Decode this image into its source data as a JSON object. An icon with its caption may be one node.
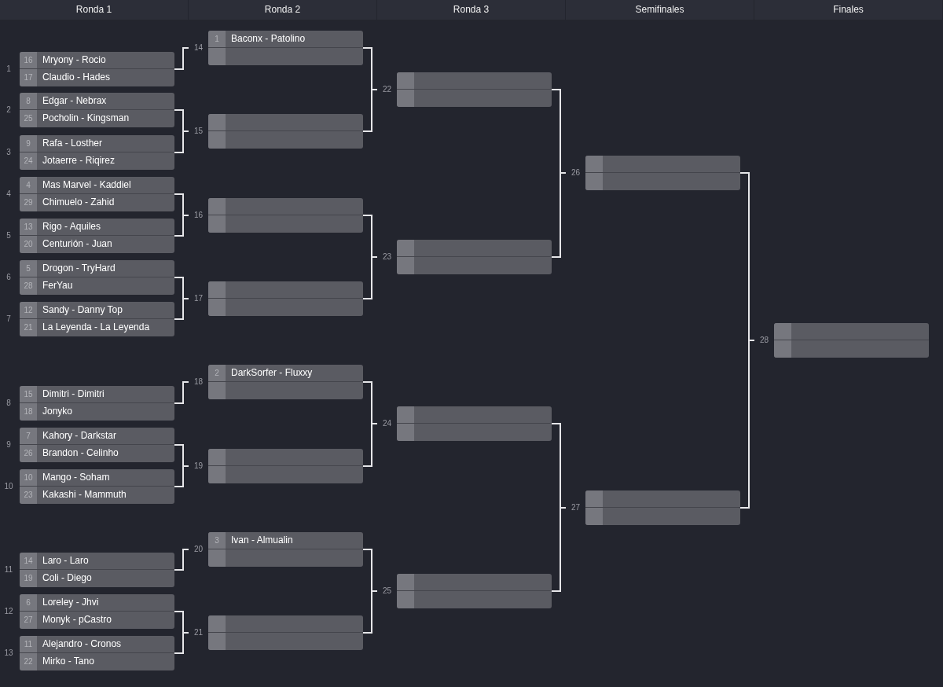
{
  "diagram": {
    "nodes": [
      {
        "text": [
          "16",
          "Mryony - Rocio",
          "17",
          "Claudio - Hades"
        ],
        "beside": [
          "1"
        ]
      },
      {
        "text": [
          "8",
          "Edgar - Nebrax",
          "25",
          "Pocholin - Kingsman"
        ],
        "beside": [
          "2"
        ]
      },
      {
        "text": [
          "9",
          "Rafa - Losther",
          "24",
          "Jotaerre - Riqirez"
        ],
        "beside": [
          "3"
        ]
      },
      {
        "text": [
          "4",
          "Mas Marvel - Kaddiel",
          "29",
          "Chimuelo - Zahid"
        ],
        "beside": [
          "4"
        ]
      },
      {
        "text": [
          "13",
          "Rigo - Aquiles",
          "20",
          "Centurión - Juan"
        ],
        "beside": [
          "5"
        ]
      },
      {
        "text": [
          "5",
          "Drogon - TryHard",
          "28",
          "FerYau"
        ],
        "beside": [
          "6"
        ]
      },
      {
        "text": [
          "12",
          "Sandy - Danny Top",
          "21",
          "La Leyenda - La Leyenda"
        ],
        "beside": [
          "7"
        ]
      },
      {
        "text": [
          "15",
          "Dimitri - Dimitri",
          "18",
          "Jonyko"
        ],
        "beside": [
          "8"
        ]
      },
      {
        "text": [
          "7",
          "Kahory - Darkstar",
          "26",
          "Brandon - Celinho"
        ],
        "beside": [
          "9"
        ]
      },
      {
        "text": [
          "10",
          "Mango - Soham",
          "23",
          "Kakashi - Mammuth"
        ],
        "beside": [
          "10"
        ]
      },
      {
        "text": [
          "14",
          "Laro - Laro",
          "19",
          "Coli - Diego"
        ],
        "beside": [
          "11"
        ]
      },
      {
        "text": [
          "6",
          "Loreley - Jhvi",
          "27",
          "Monyk - pCastro"
        ],
        "beside": [
          "12"
        ]
      },
      {
        "text": [
          "11",
          "Alejandro - Cronos",
          "22",
          "Mirko - Tano"
        ],
        "beside": [
          "13"
        ]
      },
      {
        "text": [
          "1",
          "Baconx - Patolino"
        ],
        "beside": [
          "14"
        ]
      },
      {
        "text": [],
        "shape": "box",
        "beside": [
          "15"
        ]
      },
      {
        "text": [],
        "shape": "box",
        "beside": [
          "16"
        ]
      },
      {
        "text": [],
        "shape": "box",
        "beside": [
          "17"
        ]
      },
      {
        "text": [
          "2",
          "DarkSorfer - Fluxxy"
        ],
        "beside": [
          "18"
        ]
      },
      {
        "text": [],
        "shape": "box",
        "beside": [
          "19"
        ]
      },
      {
        "text": [
          "3",
          "Ivan - Almualin"
        ],
        "beside": [
          "20"
        ]
      },
      {
        "text": [],
        "shape": "box",
        "beside": [
          "21"
        ]
      },
      {
        "text": [],
        "shape": "box",
        "beside": [
          "22"
        ]
      },
      {
        "text": [],
        "shape": "box",
        "beside": [
          "23"
        ]
      },
      {
        "text": [],
        "shape": "box",
        "beside": [
          "24"
        ]
      },
      {
        "text": [],
        "shape": "box",
        "beside": [
          "25"
        ]
      },
      {
        "text": [],
        "shape": "box",
        "beside": [
          "26"
        ]
      },
      {
        "text": [],
        "shape": "box",
        "beside": [
          "27"
        ]
      },
      {
        "text": [],
        "shape": "box",
        "beside": [
          "28"
        ]
      }
    ],
    "edges": [
      {
        "from": 0,
        "to": 13,
        "arrow": "none"
      },
      {
        "from": 1,
        "to": 14,
        "arrow": "none"
      },
      {
        "from": 2,
        "to": 14,
        "arrow": "none"
      },
      {
        "from": 3,
        "to": 15,
        "arrow": "none"
      },
      {
        "from": 4,
        "to": 15,
        "arrow": "none"
      },
      {
        "from": 5,
        "to": 16,
        "arrow": "none"
      },
      {
        "from": 6,
        "to": 16,
        "arrow": "none"
      },
      {
        "from": 7,
        "to": 17,
        "arrow": "none"
      },
      {
        "from": 8,
        "to": 18,
        "arrow": "none"
      },
      {
        "from": 9,
        "to": 18,
        "arrow": "none"
      },
      {
        "from": 10,
        "to": 19,
        "arrow": "none"
      },
      {
        "from": 11,
        "to": 20,
        "arrow": "none"
      },
      {
        "from": 12,
        "to": 20,
        "arrow": "none"
      },
      {
        "from": 13,
        "to": 21,
        "arrow": "none"
      },
      {
        "from": 14,
        "to": 21,
        "arrow": "none"
      },
      {
        "from": 15,
        "to": 22,
        "arrow": "none"
      },
      {
        "from": 16,
        "to": 22,
        "arrow": "none"
      },
      {
        "from": 17,
        "to": 23,
        "arrow": "none"
      },
      {
        "from": 18,
        "to": 23,
        "arrow": "none"
      },
      {
        "from": 19,
        "to": 24,
        "arrow": "none"
      },
      {
        "from": 20,
        "to": 24,
        "arrow": "none"
      },
      {
        "from": 21,
        "to": 25,
        "arrow": "none"
      },
      {
        "from": 22,
        "to": 25,
        "arrow": "none"
      },
      {
        "from": 23,
        "to": 26,
        "arrow": "none"
      },
      {
        "from": 24,
        "to": 26,
        "arrow": "none"
      },
      {
        "from": 25,
        "to": 27,
        "arrow": "none"
      },
      {
        "from": 26,
        "to": 27,
        "arrow": "none"
      }
    ],
    "labels": [
      "Ronda 1",
      "Ronda 2",
      "Ronda 3",
      "Semifinales",
      "Finales"
    ]
  }
}
